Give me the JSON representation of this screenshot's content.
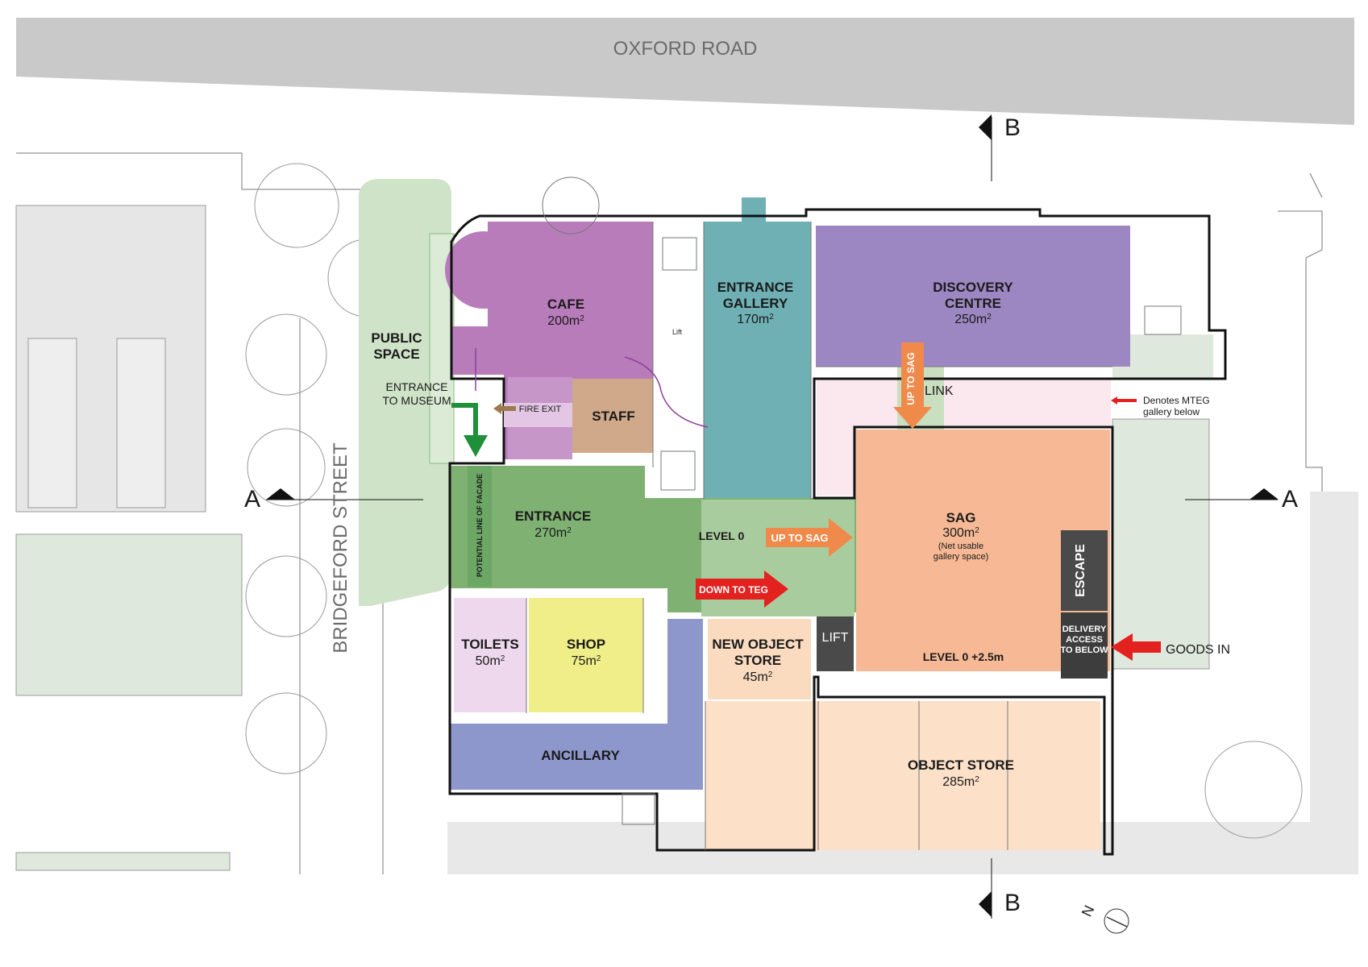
{
  "roads": {
    "top": "OXFORD ROAD",
    "side": "BRIDGEFORD STREET"
  },
  "section_markers": {
    "a": "A",
    "b": "B"
  },
  "rooms": {
    "cafe": {
      "name": "CAFE",
      "area": "200m",
      "color": "#b87cba"
    },
    "entrance_gallery": {
      "name_1": "ENTRANCE",
      "name_2": "GALLERY",
      "area": "170m",
      "color": "#6fb0b4"
    },
    "discovery_centre": {
      "name_1": "DISCOVERY",
      "name_2": "CENTRE",
      "area": "250m",
      "color": "#9d87c2"
    },
    "public_space": {
      "name_1": "PUBLIC",
      "name_2": "SPACE",
      "color": "#cfe3c8"
    },
    "staff": {
      "name": "STAFF",
      "color": "#cfa98a"
    },
    "entrance": {
      "name": "ENTRANCE",
      "area": "270m",
      "color": "#7fb173"
    },
    "level0": {
      "name": "LEVEL 0"
    },
    "sag": {
      "name": "SAG",
      "area": "300m",
      "note_1": "(Net usable",
      "note_2": "gallery space)",
      "level": "LEVEL 0 +2.5m",
      "color": "#f7b995"
    },
    "toilets": {
      "name": "TOILETS",
      "area": "50m",
      "color": "#eed8ee"
    },
    "shop": {
      "name": "SHOP",
      "area": "75m",
      "color": "#f0ee88"
    },
    "new_object_store": {
      "name_1": "NEW OBJECT",
      "name_2": "STORE",
      "area": "45m",
      "color": "#fadbc0"
    },
    "ancillary": {
      "name": "ANCILLARY",
      "color": "#8e97cc"
    },
    "object_store": {
      "name": "OBJECT STORE",
      "area": "285m",
      "color": "#fde0c8"
    },
    "lift": {
      "name": "LIFT"
    },
    "escape": {
      "name": "ESCAPE"
    },
    "delivery": {
      "line_1": "DELIVERY",
      "line_2": "ACCESS",
      "line_3": "TO BELOW"
    },
    "link": {
      "name": "LINK"
    },
    "area_unit_sup": "2"
  },
  "annotations": {
    "entrance_to_museum_1": "ENTRANCE",
    "entrance_to_museum_2": "TO MUSEUM",
    "fire_exit": "FIRE EXIT",
    "potential_facade": "POTENTIAL LINE OF FACADE",
    "up_to_sag_vertical": "UP TO SAG",
    "up_to_sag_horizontal": "UP TO SAG",
    "down_to_teg": "DOWN TO TEG",
    "mteg_1": "Denotes MTEG",
    "mteg_2": "gallery below",
    "goods_in": "GOODS IN",
    "lift_small": "Lift"
  },
  "north_arrow": {
    "letter": "N"
  }
}
